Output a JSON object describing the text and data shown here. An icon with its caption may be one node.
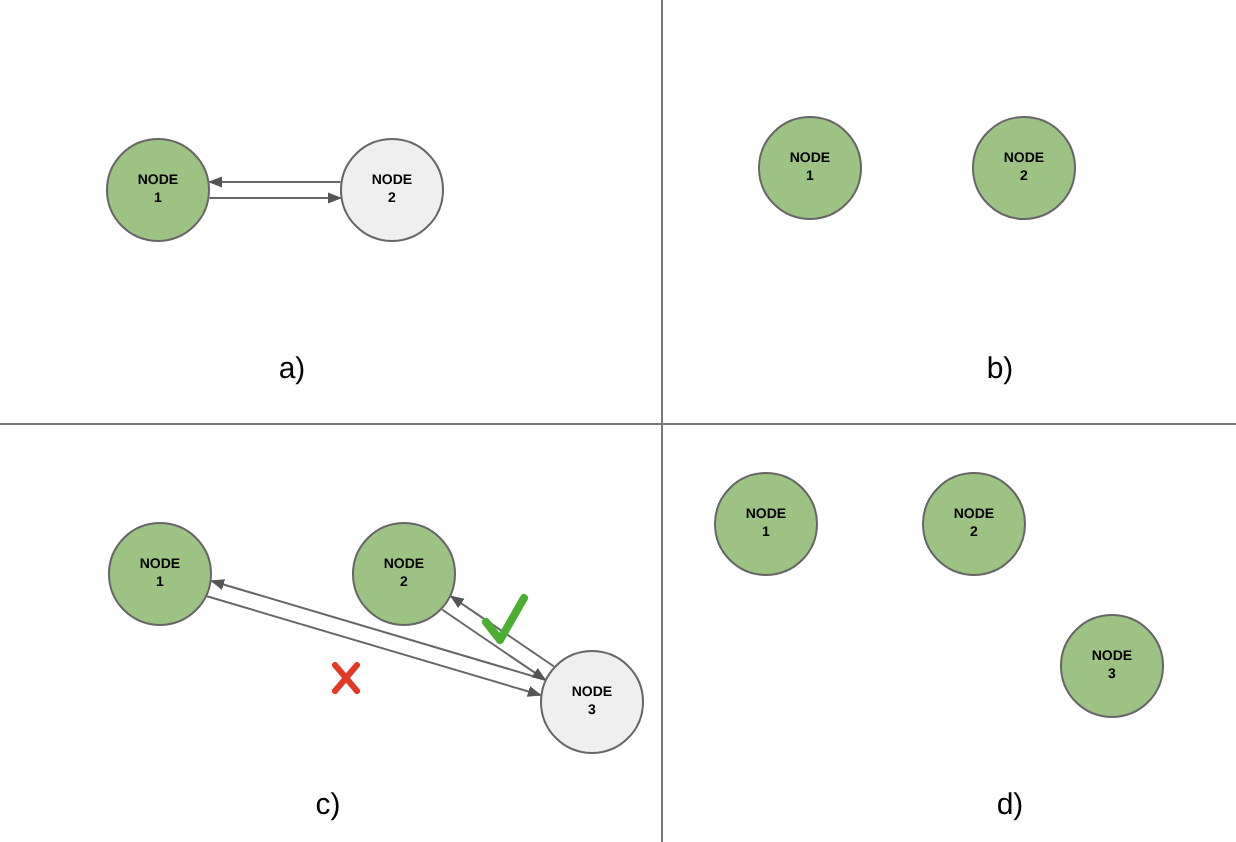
{
  "diagram": {
    "nodes": [
      {
        "text": [
          "NODE 1"
        ]
      },
      {
        "text": [
          "NODE 2"
        ]
      },
      {
        "text": [
          "NODE 1"
        ]
      },
      {
        "text": [
          "NODE 2"
        ]
      },
      {
        "text": [
          "NODE 1"
        ]
      },
      {
        "text": [
          "NODE 2"
        ]
      },
      {
        "text": [
          "NODE 3"
        ]
      },
      {
        "text": [
          "NODE 1"
        ]
      },
      {
        "text": [
          "NODE 2"
        ]
      },
      {
        "text": [
          "NODE 3"
        ]
      }
    ],
    "edges": [
      {
        "from": 1,
        "to": 0,
        "arrow": "to"
      },
      {
        "from": 0,
        "to": 1,
        "arrow": "to"
      },
      {
        "from": 6,
        "to": 4,
        "arrow": "to"
      },
      {
        "from": 4,
        "to": 6,
        "arrow": "to"
      },
      {
        "from": 6,
        "to": 5,
        "arrow": "to"
      },
      {
        "from": 5,
        "to": 6,
        "arrow": "to"
      }
    ],
    "labels": [
      "a)",
      "b)",
      "c)",
      "d)"
    ]
  }
}
